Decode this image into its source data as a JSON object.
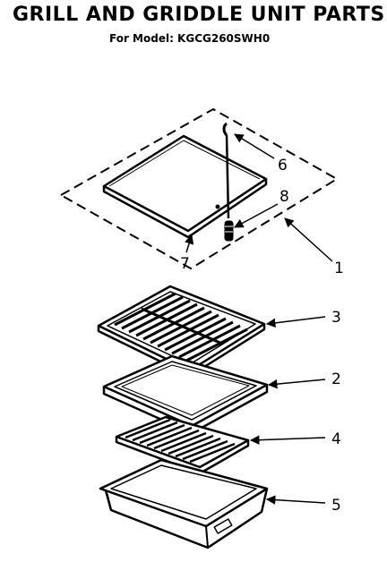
{
  "header": {
    "title": "GRILL AND GRIDDLE UNIT PARTS",
    "subtitle": "For Model: KGCG260SWH0"
  },
  "callouts": {
    "1": "1",
    "2": "2",
    "3": "3",
    "4": "4",
    "5": "5",
    "6": "6",
    "7": "7",
    "8": "8"
  }
}
